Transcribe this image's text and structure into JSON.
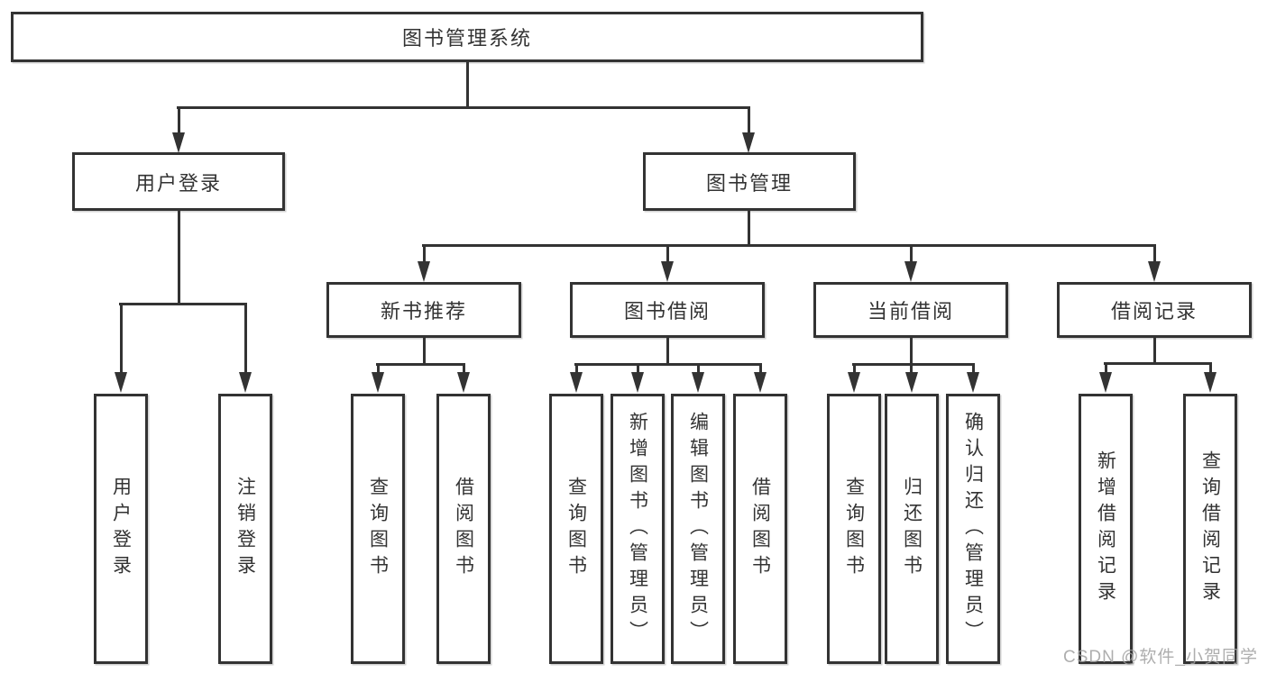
{
  "root": {
    "label": "图书管理系统"
  },
  "level1": [
    {
      "label": "用户登录"
    },
    {
      "label": "图书管理"
    }
  ],
  "level2": [
    {
      "label": "新书推荐"
    },
    {
      "label": "图书借阅"
    },
    {
      "label": "当前借阅"
    },
    {
      "label": "借阅记录"
    }
  ],
  "leaves": [
    {
      "label": "用户登录",
      "parent": "用户登录"
    },
    {
      "label": "注销登录",
      "parent": "用户登录"
    },
    {
      "label": "查询图书",
      "parent": "新书推荐"
    },
    {
      "label": "借阅图书",
      "parent": "新书推荐"
    },
    {
      "label": "查询图书",
      "parent": "图书借阅"
    },
    {
      "label": "新增图书（管理员）",
      "parent": "图书借阅"
    },
    {
      "label": "编辑图书（管理员）",
      "parent": "图书借阅"
    },
    {
      "label": "借阅图书",
      "parent": "图书借阅"
    },
    {
      "label": "查询图书",
      "parent": "当前借阅"
    },
    {
      "label": "归还图书",
      "parent": "当前借阅"
    },
    {
      "label": "确认归还（管理员）",
      "parent": "当前借阅"
    },
    {
      "label": "新增借阅记录",
      "parent": "借阅记录"
    },
    {
      "label": "查询借阅记录",
      "parent": "借阅记录"
    }
  ],
  "watermark": {
    "label": "CSDN @软件_小贺同学"
  },
  "colors": {
    "line": "#333333",
    "text": "#333333",
    "box_background": "#ffffff",
    "page_background": "#ffffff",
    "watermark_text": "#a0a0a0"
  }
}
